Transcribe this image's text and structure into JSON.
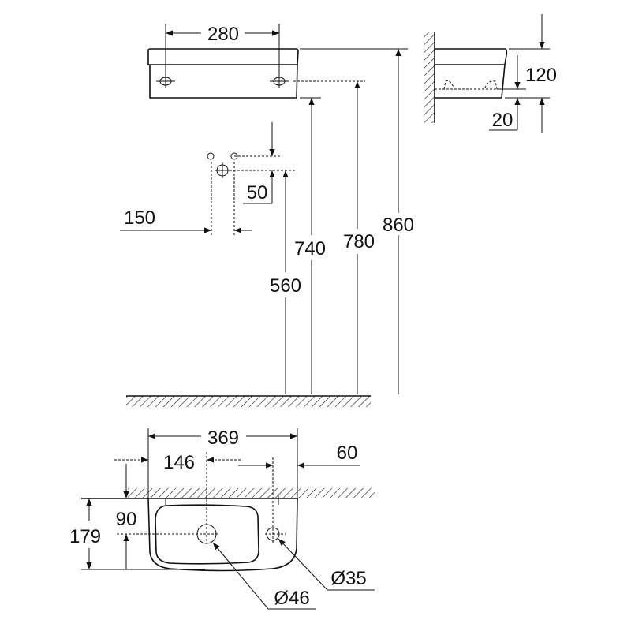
{
  "front_view": {
    "dim_280": "280",
    "dim_860": "860",
    "dim_780": "780",
    "dim_740": "740",
    "dim_560": "560",
    "dim_50": "50",
    "dim_150": "150"
  },
  "side_view": {
    "dim_120": "120",
    "dim_20": "20"
  },
  "top_view": {
    "dim_369": "369",
    "dim_146": "146",
    "dim_60": "60",
    "dim_179": "179",
    "dim_90": "90",
    "dia_46": "Ø46",
    "dia_35": "Ø35"
  }
}
